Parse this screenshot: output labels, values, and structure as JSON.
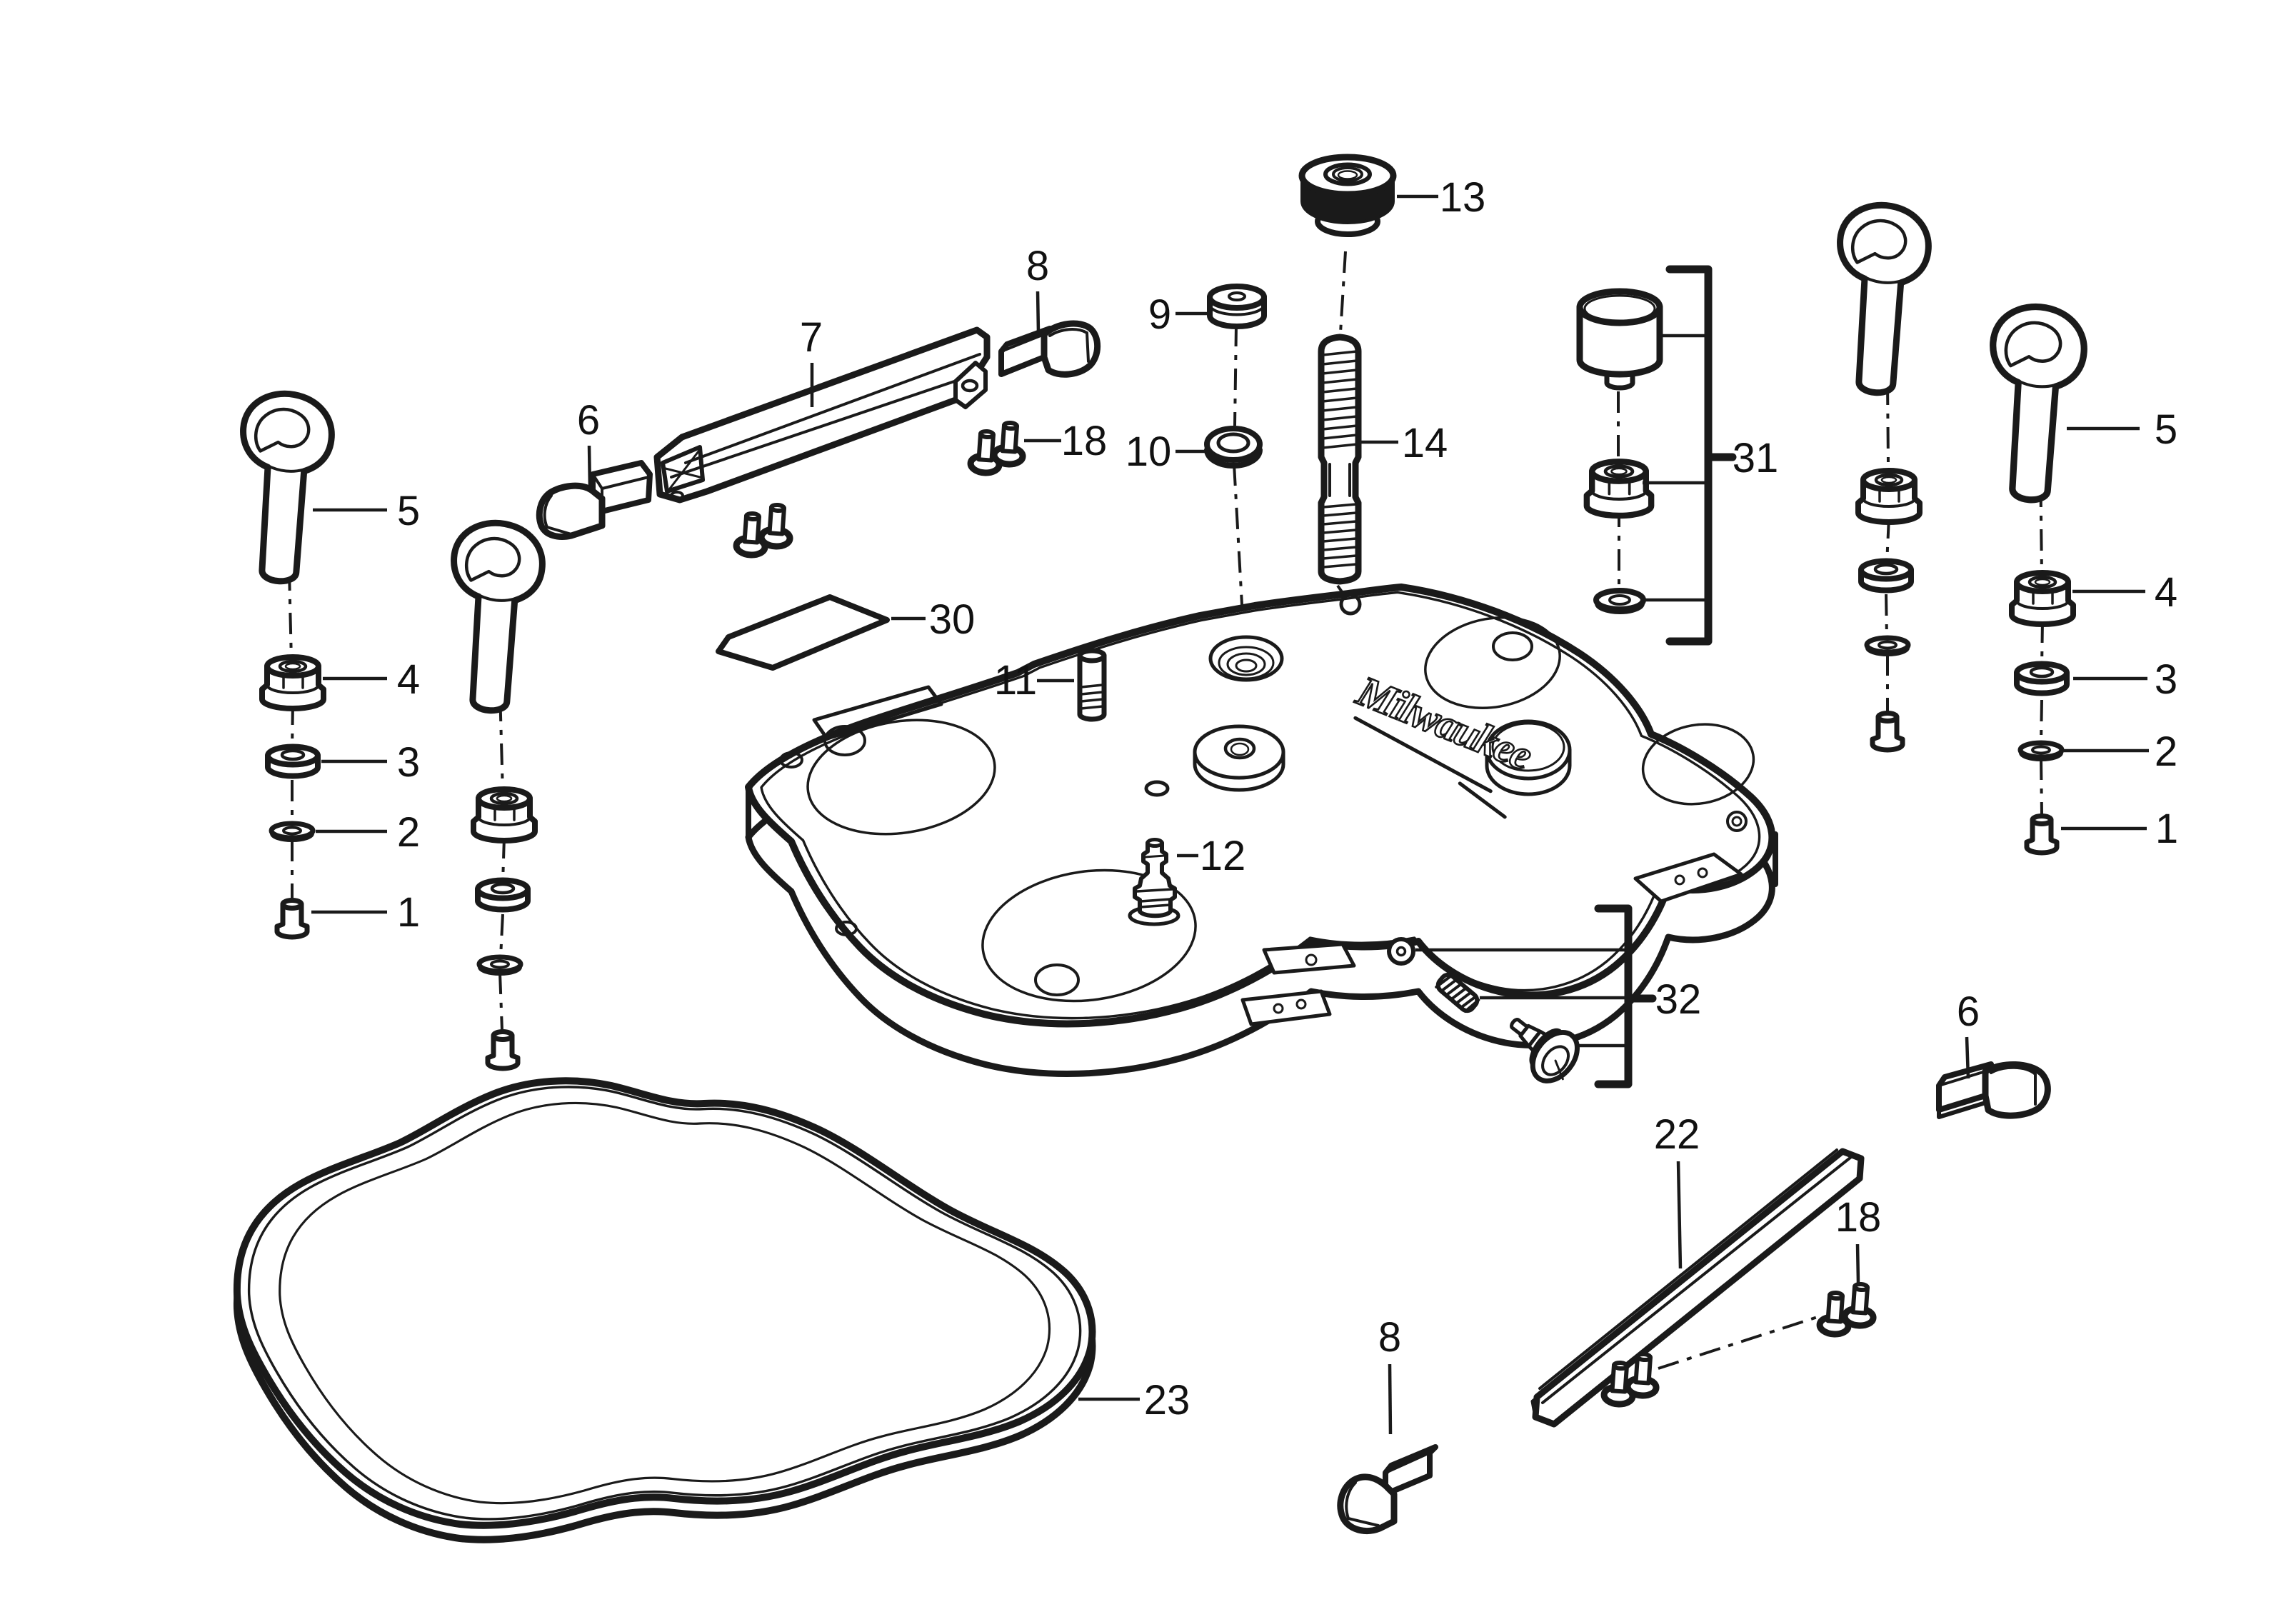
{
  "diagram": {
    "type": "exploded-parts-diagram",
    "product_logo": "Milwaukee",
    "background_color": "#ffffff",
    "line_color": "#1a1a1a",
    "callouts": {
      "left_5": "5",
      "left_4": "4",
      "left_3": "3",
      "left_2": "2",
      "left_1": "1",
      "top_left_6": "6",
      "top_7": "7",
      "top_8": "8",
      "top_18": "18",
      "n9": "9",
      "n10": "10",
      "n13": "13",
      "n14": "14",
      "n30": "30",
      "n11": "11",
      "n12": "12",
      "n31": "31",
      "n32": "32",
      "n22": "22",
      "bottom_8": "8",
      "bottom_18": "18",
      "bottom_right_6": "6",
      "n23": "23",
      "right_5": "5",
      "right_4": "4",
      "right_3": "3",
      "right_2": "2",
      "right_1": "1"
    }
  }
}
